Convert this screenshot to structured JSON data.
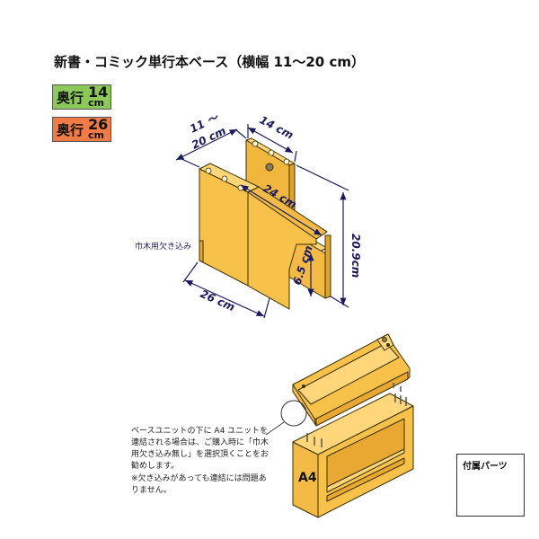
{
  "title": "新書・コミック単行本ベース（横幅 11〜20 cm）",
  "badges": [
    {
      "kanji": "奥行",
      "num": "14",
      "unit": "cm",
      "color": "#8cc95a"
    },
    {
      "kanji": "奥行",
      "num": "26",
      "unit": "cm",
      "color": "#f07b46"
    }
  ],
  "dimensions": {
    "width_range_line1": "11 〜",
    "width_range_line2": "20 cm",
    "top_depth": "14 cm",
    "slant_length": "24 cm",
    "height": "20.9cm",
    "shelf_height": "6.5 cm",
    "bottom_depth": "26 cm"
  },
  "cutout_label": "巾木用欠き込み",
  "unit_label": "A4",
  "notes": {
    "main": "ベースユニットの下に A4 ユニットを\n連結される場合は、ご購入時に「巾木\n用欠き込み無し」を選択頂くことをお\n勧めします。",
    "sub": "※欠き込みがあっても連結には問題あ\nりません。"
  },
  "parts_title": "付属パーツ",
  "colors": {
    "wood": "#f7c14a",
    "wood_dark": "#e8a832",
    "outline": "#3a3000",
    "dimension": "#1a1a60"
  }
}
